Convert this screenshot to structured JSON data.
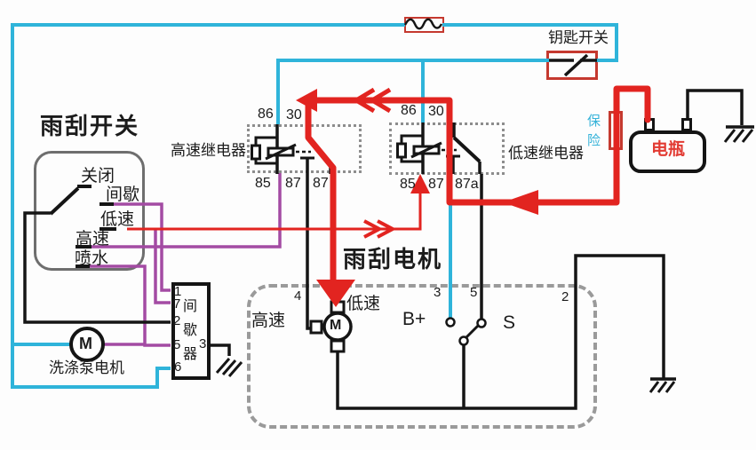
{
  "colors": {
    "wire_cyan": "#2fb4da",
    "wire_purple": "#a34ba3",
    "wire_red": "#e22420",
    "highlight_box_red": "#c5392f",
    "battery_text_red": "#e23a32",
    "fuse_text_cyan": "#36b3d9",
    "wire_black": "#151515"
  },
  "wiper_switch": {
    "title": "雨刮开关",
    "off": "关闭",
    "intermittent": "间歇",
    "low": "低速",
    "high": "高速",
    "wash": "喷水"
  },
  "relay_high": {
    "label": "高速继电器",
    "t86": "86",
    "t30": "30",
    "t85": "85",
    "t87": "87",
    "t87b": "87"
  },
  "relay_low": {
    "label": "低速继电器",
    "t86": "86",
    "t30": "30",
    "t85": "85",
    "t87": "87",
    "t87a": "87a"
  },
  "key_switch": {
    "label": "钥匙开关"
  },
  "fuse": {
    "label": "保险"
  },
  "battery": {
    "label": "电瓶"
  },
  "motor": {
    "title": "雨刮电机",
    "pin4": "4",
    "pin3": "3",
    "pin5": "5",
    "pin2": "2",
    "high": "高速",
    "low": "低速",
    "bplus": "B+",
    "s": "S",
    "m": "M"
  },
  "intermittent_unit": {
    "label": "间歇器",
    "p1": "1",
    "p7": "7",
    "p2": "2",
    "p5": "5",
    "p6": "6",
    "p3": "3"
  },
  "washer": {
    "label": "洗涤泵电机",
    "m": "M"
  }
}
